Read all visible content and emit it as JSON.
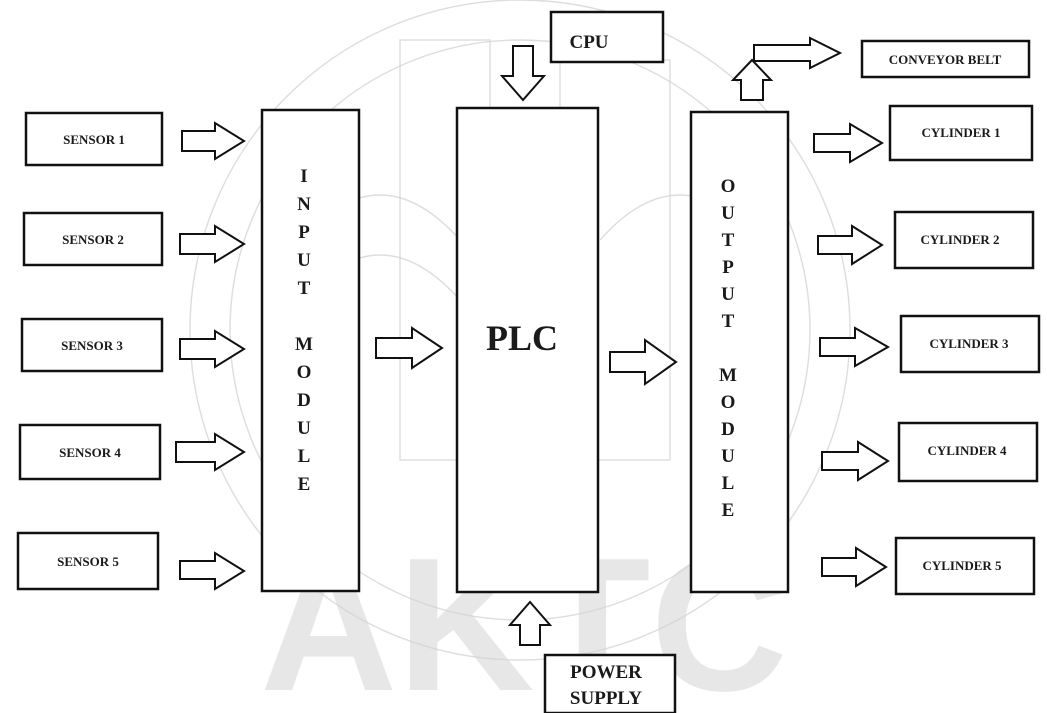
{
  "sensors": [
    "SENSOR 1",
    "SENSOR 2",
    "SENSOR 3",
    "SENSOR 4",
    "SENSOR 5"
  ],
  "input_module_letters": [
    "I",
    "N",
    "P",
    "U",
    "T",
    "",
    "M",
    "O",
    "D",
    "U",
    "L",
    "E"
  ],
  "plc_label": "PLC",
  "cpu_label": "CPU",
  "power_supply_lines": [
    "POWER",
    "SUPPLY"
  ],
  "output_module_letters": [
    "O",
    "U",
    "T",
    "P",
    "U",
    "T",
    "",
    "M",
    "O",
    "D",
    "U",
    "L",
    "E"
  ],
  "conveyor_label": "CONVEYOR BELT",
  "cylinders": [
    "CYLINDER 1",
    "CYLINDER 2",
    "CYLINDER 3",
    "CYLINDER 4",
    "CYLINDER 5"
  ],
  "watermark_logo": "AKTC",
  "colors": {
    "stroke": "#111111",
    "text": "#1a1a1a",
    "watermark": "#cfcfcf",
    "background": "#ffffff"
  }
}
